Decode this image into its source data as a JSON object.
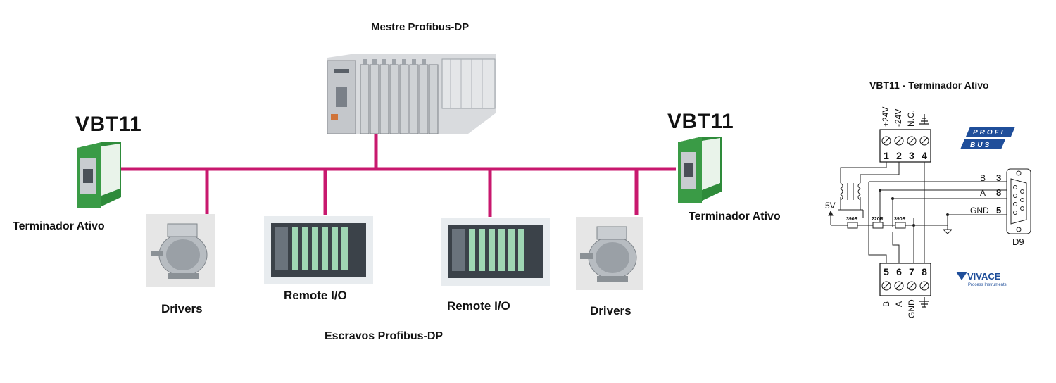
{
  "master": {
    "label": "Mestre Profibus-DP"
  },
  "terminators": [
    {
      "model": "VBT11",
      "label": "Terminador Ativo"
    },
    {
      "model": "VBT11",
      "label": "Terminador Ativo"
    }
  ],
  "slaves": {
    "group_label": "Escravos Profibus-DP",
    "devices": [
      {
        "label": "Drivers"
      },
      {
        "label": "Remote I/O"
      },
      {
        "label": "Remote I/O"
      },
      {
        "label": "Drivers"
      }
    ]
  },
  "schematic": {
    "title": "VBT11 - Terminador Ativo",
    "top_pin_names": [
      "+24V",
      "-24V",
      "N.C.",
      ""
    ],
    "top_pin_numbers": [
      "1",
      "2",
      "3",
      "4"
    ],
    "bottom_pin_numbers": [
      "5",
      "6",
      "7",
      "8"
    ],
    "bottom_pin_names": [
      "B",
      "A",
      "GND",
      ""
    ],
    "resistors": [
      "390R",
      "220R",
      "390R"
    ],
    "supply": "5V",
    "d9_signals": [
      {
        "name": "B",
        "pin": "3"
      },
      {
        "name": "A",
        "pin": "8"
      },
      {
        "name": "GND",
        "pin": "5"
      }
    ],
    "connector_label": "D9",
    "profibus_logo": [
      "PROFI",
      "BUS"
    ],
    "vivace_logo": {
      "name": "VIVACE",
      "tagline": "Process Instruments"
    }
  },
  "colors": {
    "bus": "#c8186e",
    "device_green": "#2e8b3a",
    "led_green": "#9fd6b3"
  }
}
